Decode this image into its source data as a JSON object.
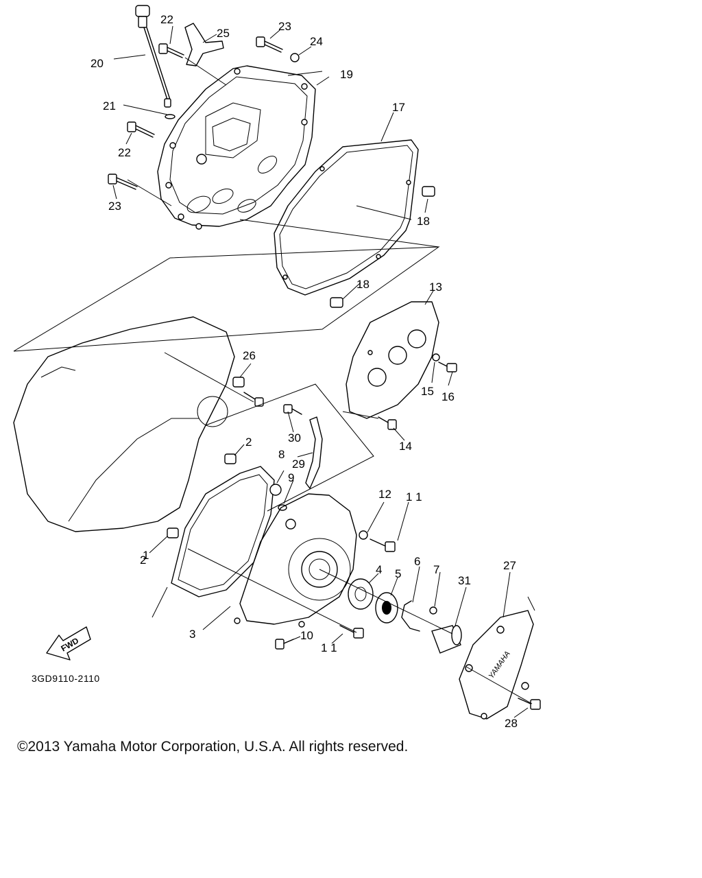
{
  "diagram": {
    "callouts": {
      "c1": "1",
      "c2a": "2",
      "c2b": "2",
      "c3": "3",
      "c4": "4",
      "c5": "5",
      "c6": "6",
      "c7": "7",
      "c8": "8",
      "c9": "9",
      "c10": "10",
      "c11a": "1 1",
      "c11b": "1 1",
      "c12": "12",
      "c13": "13",
      "c14": "14",
      "c15": "15",
      "c16": "16",
      "c17": "17",
      "c18a": "18",
      "c18b": "18",
      "c19": "19",
      "c20": "20",
      "c21": "21",
      "c22a": "22",
      "c22b": "22",
      "c23a": "23",
      "c23b": "23",
      "c24": "24",
      "c25": "25",
      "c26": "26",
      "c27": "27",
      "c28": "28",
      "c29": "29",
      "c30": "30",
      "c31": "31"
    },
    "fwd_label": "FWD",
    "part_code": "3GD9110-2110",
    "logo_text": "YAMAHA"
  },
  "footer": {
    "copyright": "©2013 Yamaha Motor Corporation, U.S.A. All rights reserved."
  }
}
